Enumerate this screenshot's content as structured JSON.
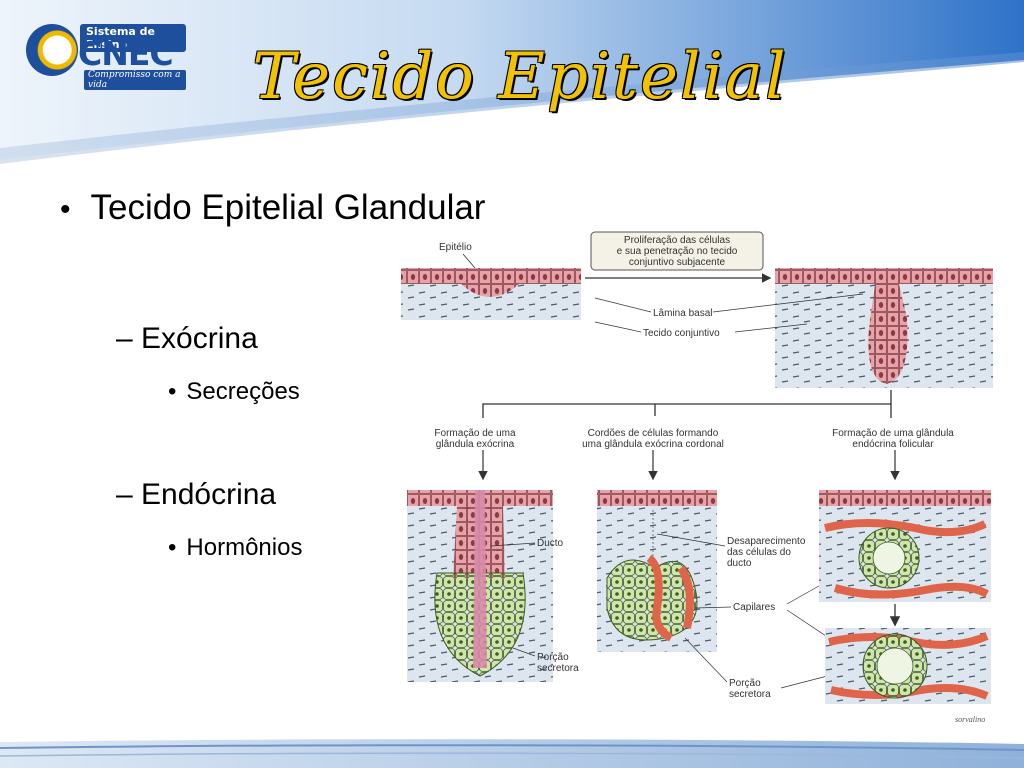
{
  "slide": {
    "title": "Tecido Epitelial",
    "logo": {
      "top_text": "Sistema de Ensino",
      "name": "CNEC",
      "tagline": "Compromisso com a vida"
    },
    "bullets": {
      "level1": "Tecido Epitelial Glandular",
      "exocrina": {
        "label": "Exócrina",
        "sub": "Secreções"
      },
      "endocrina": {
        "label": "Endócrina",
        "sub": "Hormônios"
      }
    }
  },
  "diagram": {
    "labels": {
      "epitelio": "Epitélio",
      "proliferacao_1": "Proliferação das células",
      "proliferacao_2": "e sua penetração no tecido",
      "proliferacao_3": "conjuntivo subjacente",
      "lamina_basal": "Lâmina basal",
      "tecido_conjuntivo": "Tecido conjuntivo",
      "exocrina_1": "Formação de uma",
      "exocrina_2": "glândula exócrina",
      "cordoes_1": "Cordões de células formando",
      "cordoes_2": "uma glândula exócrina cordonal",
      "endocrina_1": "Formação de uma glândula",
      "endocrina_2": "endócrina folicular",
      "ducto": "Ducto",
      "desaparecimento_1": "Desaparecimento",
      "desaparecimento_2": "das células do",
      "desaparecimento_3": "ducto",
      "capilares": "Capilares",
      "porcao_1": "Porção",
      "porcao_2": "secretora",
      "porcao2_1": "Porção",
      "porcao2_2": "secretora",
      "signature": "sorvalino"
    }
  },
  "colors": {
    "title_yellow": "#f2c200",
    "brand_blue": "#1d4f9c",
    "epithelium_pink": "#e8a3a8",
    "secretory_green": "#cfe6a8",
    "capillary_orange": "#e0644a",
    "connective_blue": "#dde6ee"
  }
}
